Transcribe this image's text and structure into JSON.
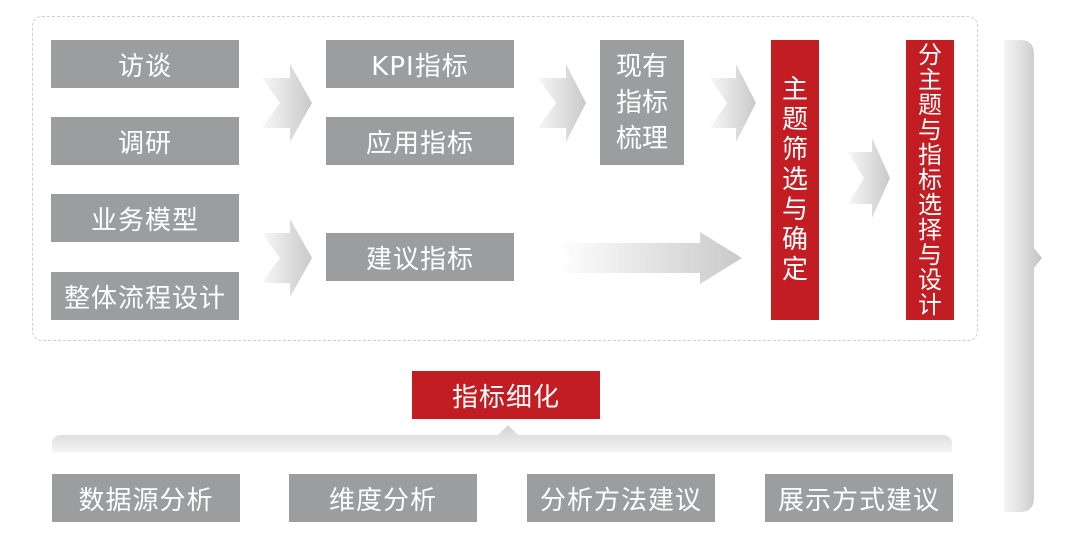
{
  "inputs": {
    "interview": "访谈",
    "research": "调研",
    "business_model": "业务模型",
    "process_design": "整体流程设计"
  },
  "indicators": {
    "kpi": "KPI指标",
    "application": "应用指标",
    "suggested": "建议指标"
  },
  "existing_review": "现有指标梳理",
  "topic_selection": "主题筛选与确定",
  "topic_design": "分主题与指标选择与设计",
  "refinement": {
    "title": "指标细化",
    "items": [
      "数据源分析",
      "维度分析",
      "分析方法建议",
      "展示方式建议"
    ]
  },
  "colors": {
    "gray_box": "#9b9d9f",
    "red_box": "#c11d22",
    "arrow_light": "#f2f2f2",
    "arrow_dark": "#c8c8c8"
  }
}
